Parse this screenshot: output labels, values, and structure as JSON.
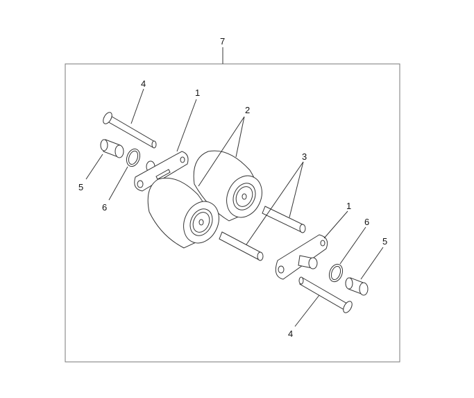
{
  "diagram": {
    "callouts": {
      "assembly": "7",
      "pin_top": "4",
      "bracket_left": "1",
      "rollers": "2",
      "spacers": "3",
      "bushing_left": "5",
      "washer_left": "6",
      "bracket_right": "1",
      "washer_right": "6",
      "bushing_right": "5",
      "pin_bottom": "4"
    }
  }
}
